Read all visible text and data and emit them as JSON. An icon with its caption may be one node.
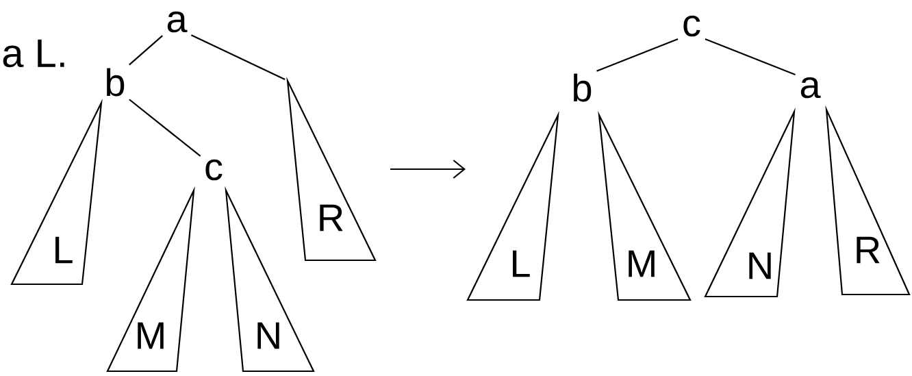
{
  "diagram": {
    "nodes": [
      {
        "text": [
          "a"
        ]
      },
      {
        "text": [
          "b"
        ]
      },
      {
        "text": [
          "L"
        ]
      },
      {
        "text": [
          "c"
        ]
      },
      {
        "text": [
          "R"
        ]
      },
      {
        "text": [
          "M"
        ]
      },
      {
        "text": [
          "N"
        ]
      },
      {
        "text": [
          "c"
        ]
      },
      {
        "text": [
          "b"
        ]
      },
      {
        "text": [
          "a"
        ]
      },
      {
        "text": [
          "L"
        ]
      },
      {
        "text": [
          "M"
        ]
      },
      {
        "text": [
          "N"
        ]
      },
      {
        "text": [
          "R"
        ]
      }
    ],
    "edges": [
      {
        "from": 0,
        "to": 1,
        "arrow": "none"
      },
      {
        "from": 0,
        "to": 4,
        "arrow": "none"
      },
      {
        "from": 1,
        "to": 3,
        "arrow": "none"
      },
      {
        "from": 7,
        "to": 8,
        "arrow": "none"
      },
      {
        "from": 7,
        "to": 9,
        "arrow": "none"
      }
    ],
    "labels": [
      "a L."
    ]
  }
}
